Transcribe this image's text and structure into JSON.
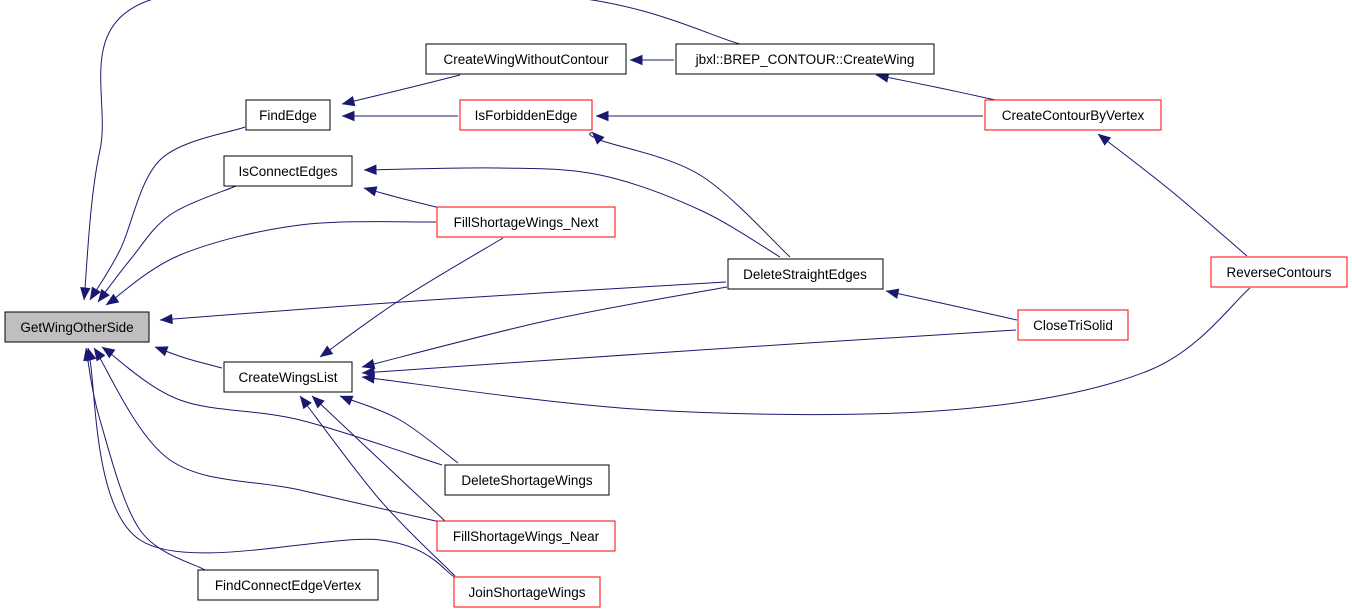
{
  "colors": {
    "edge": "#191970",
    "node_border": "#000000",
    "node_border_truncated": "#ff0000",
    "highlight_fill": "#bfbfbf",
    "node_fill": "#ffffff"
  },
  "nodes": {
    "getwing": {
      "label": "GetWingOtherSide",
      "style": "highlight"
    },
    "findedge": {
      "label": "FindEdge",
      "style": "normal"
    },
    "isconnect": {
      "label": "IsConnectEdges",
      "style": "normal"
    },
    "createlist": {
      "label": "CreateWingsList",
      "style": "normal"
    },
    "findconnect": {
      "label": "FindConnectEdgeVertex",
      "style": "normal"
    },
    "cwwc": {
      "label": "CreateWingWithoutContour",
      "style": "normal"
    },
    "isforbidden": {
      "label": "IsForbiddenEdge",
      "style": "truncated"
    },
    "fsnext": {
      "label": "FillShortageWings_Next",
      "style": "truncated"
    },
    "delshort": {
      "label": "DeleteShortageWings",
      "style": "normal"
    },
    "fsnear": {
      "label": "FillShortageWings_Near",
      "style": "truncated"
    },
    "joinshort": {
      "label": "JoinShortageWings",
      "style": "truncated"
    },
    "jbxl": {
      "label": "jbxl::BREP_CONTOUR::CreateWing",
      "style": "normal"
    },
    "delstraight": {
      "label": "DeleteStraightEdges",
      "style": "normal"
    },
    "createcontour": {
      "label": "CreateContourByVertex",
      "style": "truncated"
    },
    "closetri": {
      "label": "CloseTriSolid",
      "style": "truncated"
    },
    "reverse": {
      "label": "ReverseContours",
      "style": "truncated"
    }
  },
  "edges": [
    {
      "from": "findedge",
      "to": "getwing"
    },
    {
      "from": "isconnect",
      "to": "getwing"
    },
    {
      "from": "createlist",
      "to": "getwing"
    },
    {
      "from": "findconnect",
      "to": "getwing"
    },
    {
      "from": "jbxl",
      "to": "getwing"
    },
    {
      "from": "fsnext",
      "to": "getwing"
    },
    {
      "from": "delstraight",
      "to": "getwing"
    },
    {
      "from": "delshort",
      "to": "getwing"
    },
    {
      "from": "fsnear",
      "to": "getwing"
    },
    {
      "from": "joinshort",
      "to": "getwing"
    },
    {
      "from": "cwwc",
      "to": "findedge"
    },
    {
      "from": "isforbidden",
      "to": "findedge"
    },
    {
      "from": "fsnext",
      "to": "isconnect"
    },
    {
      "from": "delstraight",
      "to": "isconnect"
    },
    {
      "from": "fsnext",
      "to": "createlist"
    },
    {
      "from": "delstraight",
      "to": "createlist"
    },
    {
      "from": "closetri",
      "to": "createlist"
    },
    {
      "from": "reverse",
      "to": "createlist"
    },
    {
      "from": "delshort",
      "to": "createlist"
    },
    {
      "from": "fsnear",
      "to": "createlist"
    },
    {
      "from": "joinshort",
      "to": "createlist"
    },
    {
      "from": "jbxl",
      "to": "cwwc"
    },
    {
      "from": "createcontour",
      "to": "isforbidden"
    },
    {
      "from": "delstraight",
      "to": "isforbidden"
    },
    {
      "from": "createcontour",
      "to": "jbxl"
    },
    {
      "from": "closetri",
      "to": "delstraight"
    },
    {
      "from": "reverse",
      "to": "createcontour"
    }
  ]
}
